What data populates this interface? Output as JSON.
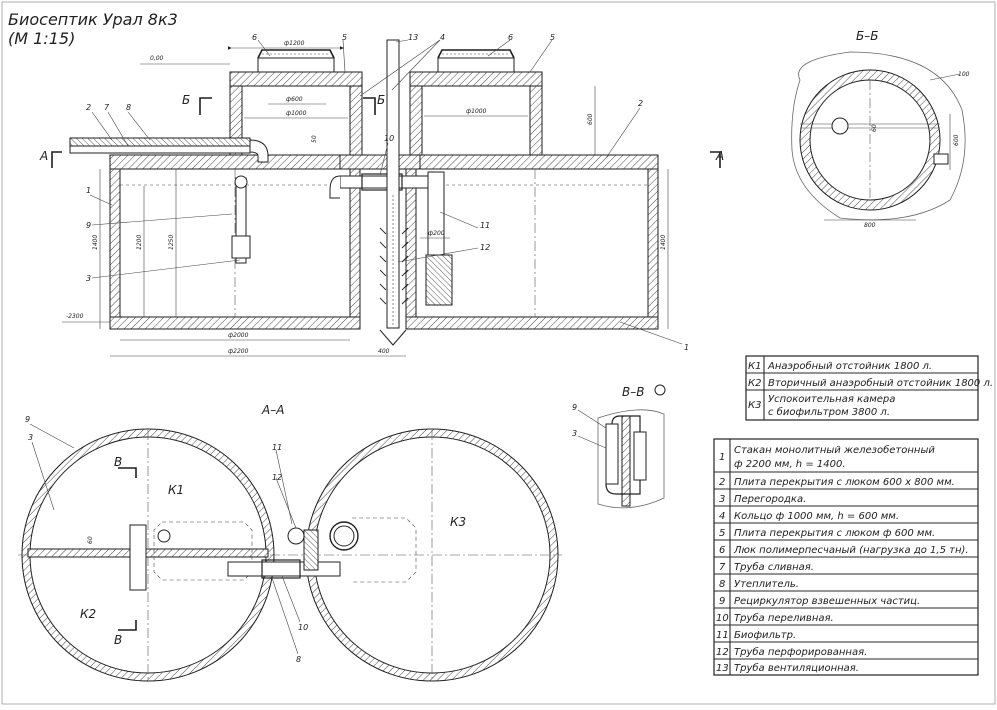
{
  "title": {
    "name": "Биосептик Урал 8к3",
    "scale": "(М 1:15)"
  },
  "section_labels": {
    "aa": "А–А",
    "bb": "Б–Б",
    "vv": "В–В",
    "A": "А",
    "B": "Б",
    "V": "В"
  },
  "chambers": {
    "k1": "К1",
    "k2": "К2",
    "k3": "К3"
  },
  "dims": {
    "d1200": "ф1200",
    "d600": "ф600",
    "d1000a": "ф1000",
    "d1000b": "ф1000",
    "d2000": "ф2000",
    "d2200": "ф2200",
    "d200": "ф200",
    "h1400l": "1400",
    "h1200": "1200",
    "h1250": "1250",
    "h1400r": "1400",
    "h600": "600",
    "h50": "50",
    "w400": "400",
    "lvl0": "0,00",
    "lvl2300": "-2300",
    "bb100": "100",
    "bb600": "600",
    "bb800": "800",
    "bb60": "60",
    "aa60": "60"
  },
  "callouts": [
    "1",
    "2",
    "3",
    "4",
    "5",
    "6",
    "7",
    "8",
    "9",
    "10",
    "11",
    "12",
    "13"
  ],
  "chamber_table": [
    {
      "code": "К1",
      "text": "Анаэробный отстойник 1800 л."
    },
    {
      "code": "К2",
      "text": "Вторичный анаэробный отстойник 1800 л."
    },
    {
      "code": "К3",
      "text": "Успокоительная камера",
      "text2": "с биофильтром 3800 л."
    }
  ],
  "parts_table": [
    {
      "n": "1",
      "text": "Стакан монолитный железобетонный",
      "text2": "ф 2200 мм, h = 1400."
    },
    {
      "n": "2",
      "text": "Плита перекрытия с люком 600 х 800 мм."
    },
    {
      "n": "3",
      "text": "Перегородка."
    },
    {
      "n": "4",
      "text": "Кольцо ф 1000 мм, h = 600 мм."
    },
    {
      "n": "5",
      "text": "Плита перекрытия с люком ф 600 мм."
    },
    {
      "n": "6",
      "text": "Люк полимерпесчаный (нагрузка до 1,5 тн)."
    },
    {
      "n": "7",
      "text": "Труба сливная."
    },
    {
      "n": "8",
      "text": "Утеплитель."
    },
    {
      "n": "9",
      "text": "Рециркулятор взвешенных частиц."
    },
    {
      "n": "10",
      "text": "Труба переливная."
    },
    {
      "n": "11",
      "text": "Биофильтр."
    },
    {
      "n": "12",
      "text": "Труба перфорированная."
    },
    {
      "n": "13",
      "text": "Труба вентиляционная."
    }
  ]
}
